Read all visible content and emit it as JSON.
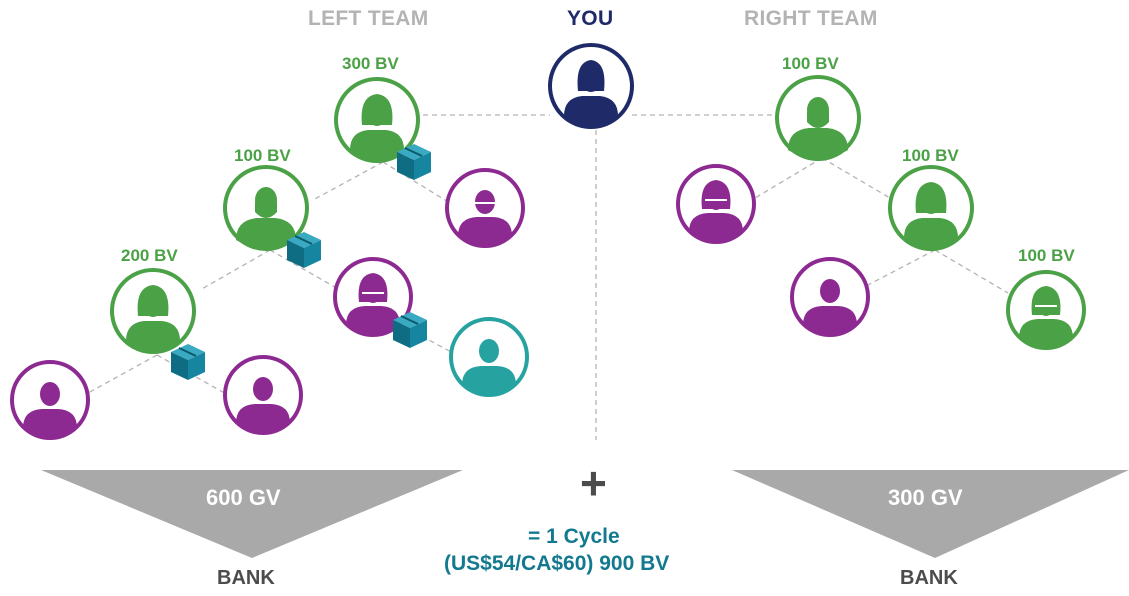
{
  "headers": {
    "left_team": "LEFT TEAM",
    "you": "YOU",
    "right_team": "RIGHT TEAM"
  },
  "bv_labels": {
    "left_top": "300 BV",
    "left_mid": "100 BV",
    "left_low": "200 BV",
    "right_top": "100 BV",
    "right_mid": "100 BV",
    "right_low": "100 BV"
  },
  "left_bank": {
    "gv": "600 GV",
    "label": "BANK"
  },
  "right_bank": {
    "gv": "300 GV",
    "label": "BANK"
  },
  "plus": "+",
  "cycle": {
    "line1": "= 1 Cycle",
    "line2": "(US$54/CA$60) 900 BV"
  },
  "colors": {
    "green": "#4aa146",
    "purple": "#8d2a92",
    "teal": "#26a3a1",
    "navy": "#1f2b68",
    "box": "#127a93",
    "gray_header": "#b3b3b3",
    "bank_triangle": "#a9a9a9",
    "dark_text": "#4c4c4c",
    "cycle_text": "#12798f"
  }
}
